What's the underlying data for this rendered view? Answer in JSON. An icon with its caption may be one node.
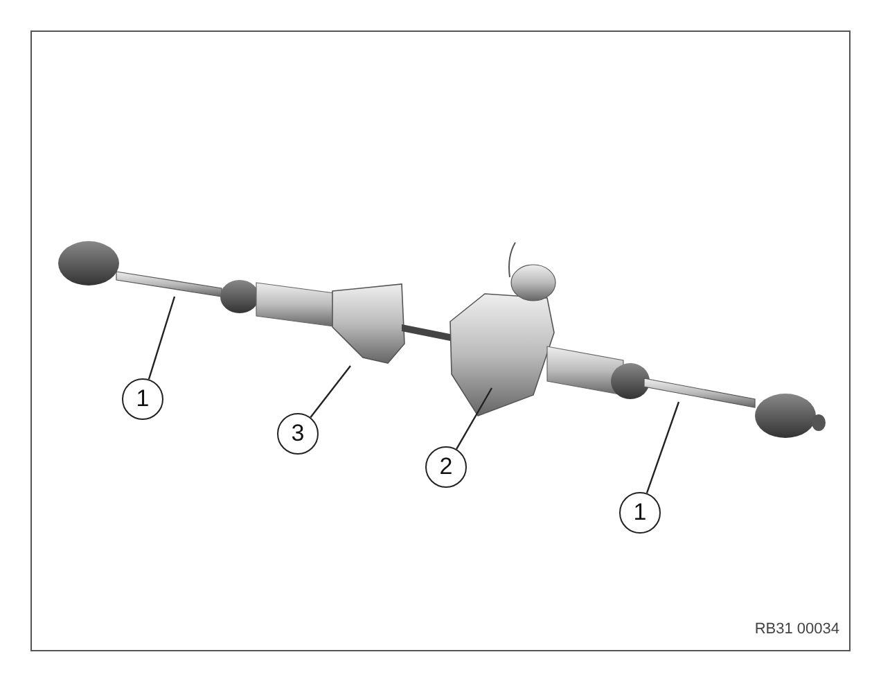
{
  "diagram": {
    "nodes": [
      {
        "text": [
          "1"
        ]
      },
      {
        "text": [
          "3"
        ]
      },
      {
        "text": [
          "2"
        ]
      },
      {
        "text": [
          "1"
        ]
      }
    ],
    "edges": [
      {
        "from": 0,
        "to": null,
        "arrow": "none"
      },
      {
        "from": 1,
        "to": null,
        "arrow": "none"
      },
      {
        "from": 2,
        "to": null,
        "arrow": "none"
      },
      {
        "from": 3,
        "to": null,
        "arrow": "none"
      }
    ],
    "labels": [
      "RB31 00034"
    ]
  }
}
